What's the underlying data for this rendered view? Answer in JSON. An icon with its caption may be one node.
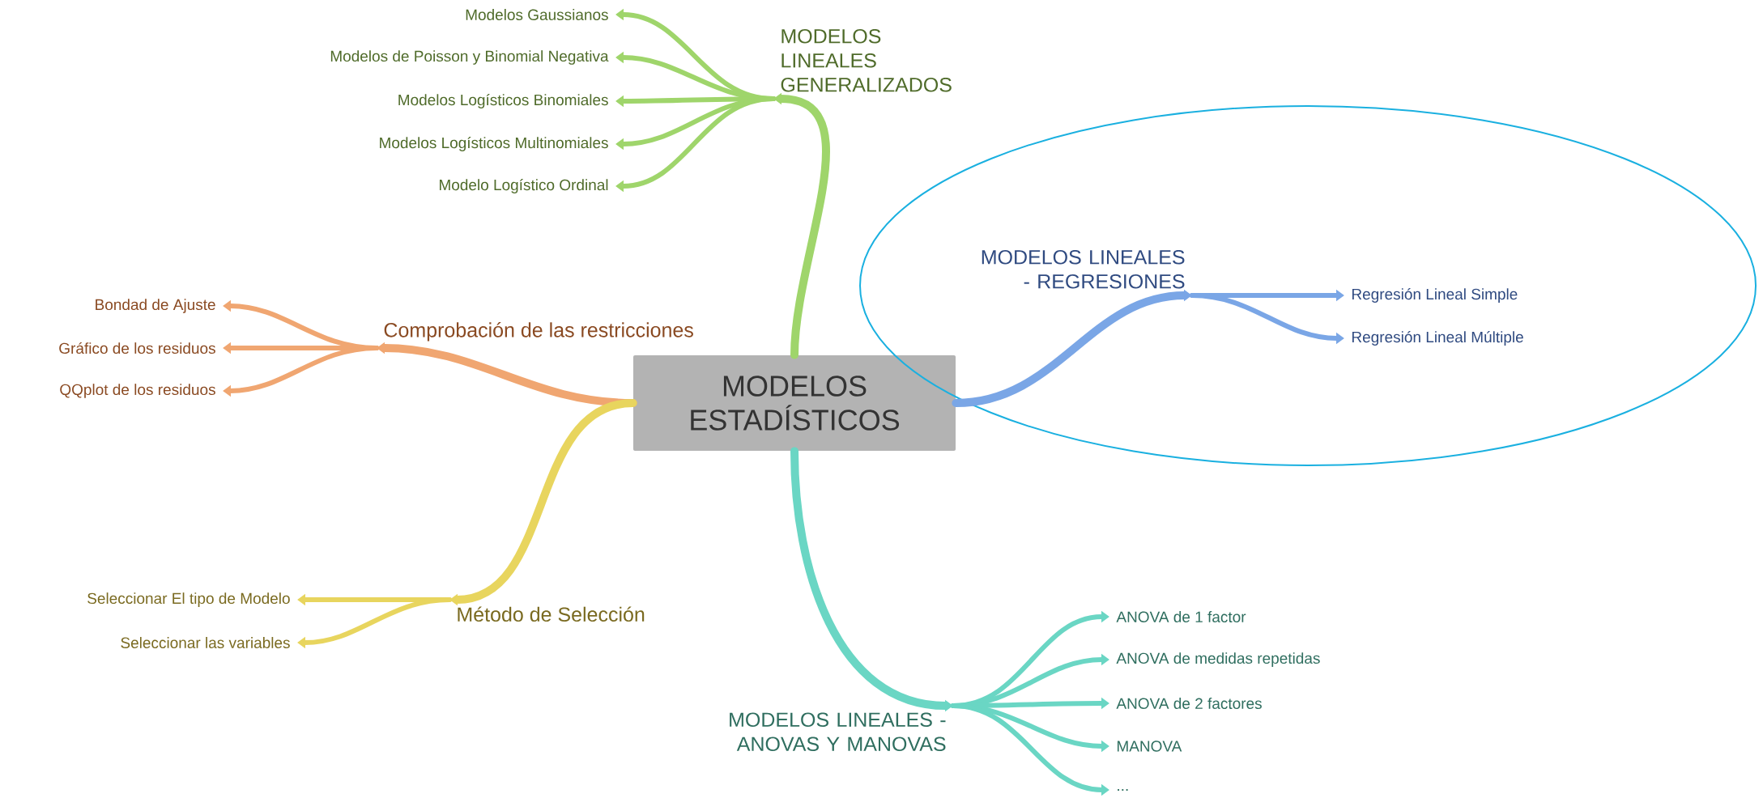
{
  "diagram": {
    "nodes": [
      {
        "text": [
          "MODELOS ESTADÍSTICOS"
        ]
      },
      {
        "text": [
          "MODELOS LINEALES GENERALIZADOS"
        ]
      },
      {
        "text": [
          "Modelos Gaussianos"
        ]
      },
      {
        "text": [
          "Modelos de Poisson y Binomial Negativa"
        ]
      },
      {
        "text": [
          "Modelos Logísticos Binomiales"
        ]
      },
      {
        "text": [
          "Modelos Logísticos Multinomiales"
        ]
      },
      {
        "text": [
          "Modelo Logístico Ordinal"
        ]
      },
      {
        "text": [],
        "shape": "ellipse"
      },
      {
        "text": [
          "MODELOS LINEALES - REGRESIONES"
        ],
        "in": 7
      },
      {
        "text": [
          "Regresión Lineal Simple"
        ],
        "in": 7
      },
      {
        "text": [
          "Regresión Lineal Múltiple"
        ],
        "in": 7
      },
      {
        "text": [
          "Comprobación de las restricciones"
        ]
      },
      {
        "text": [
          "Bondad de Ajuste"
        ]
      },
      {
        "text": [
          "Gráfico de los residuos"
        ]
      },
      {
        "text": [
          "QQplot de los residuos"
        ]
      },
      {
        "text": [
          "Método de Selección"
        ]
      },
      {
        "text": [
          "Seleccionar El tipo de Modelo"
        ]
      },
      {
        "text": [
          "Seleccionar las variables"
        ]
      },
      {
        "text": [
          "MODELOS LINEALES - ANOVAS Y MANOVAS"
        ]
      },
      {
        "text": [
          "ANOVA de 1 factor"
        ]
      },
      {
        "text": [
          "ANOVA de medidas repetidas"
        ]
      },
      {
        "text": [
          "ANOVA de 2 factores"
        ]
      },
      {
        "text": [
          "MANOVA"
        ]
      },
      {
        "text": [
          "..."
        ]
      }
    ],
    "edges": [
      {
        "from": 0,
        "to": 1,
        "arrow": "to",
        "color": "#9fd56b"
      },
      {
        "from": 1,
        "to": 2,
        "arrow": "to",
        "color": "#9fd56b"
      },
      {
        "from": 1,
        "to": 3,
        "arrow": "to",
        "color": "#9fd56b"
      },
      {
        "from": 1,
        "to": 4,
        "arrow": "to",
        "color": "#9fd56b"
      },
      {
        "from": 1,
        "to": 5,
        "arrow": "to",
        "color": "#9fd56b"
      },
      {
        "from": 1,
        "to": 6,
        "arrow": "to",
        "color": "#9fd56b"
      },
      {
        "from": 0,
        "to": 8,
        "arrow": "to",
        "color": "#7aa6e6"
      },
      {
        "from": 8,
        "to": 9,
        "arrow": "to",
        "color": "#7aa6e6"
      },
      {
        "from": 8,
        "to": 10,
        "arrow": "to",
        "color": "#7aa6e6"
      },
      {
        "from": 0,
        "to": 11,
        "arrow": "to",
        "color": "#f0a671"
      },
      {
        "from": 11,
        "to": 12,
        "arrow": "to",
        "color": "#f0a671"
      },
      {
        "from": 11,
        "to": 13,
        "arrow": "to",
        "color": "#f0a671"
      },
      {
        "from": 11,
        "to": 14,
        "arrow": "to",
        "color": "#f0a671"
      },
      {
        "from": 0,
        "to": 15,
        "arrow": "to",
        "color": "#e8d55e"
      },
      {
        "from": 15,
        "to": 16,
        "arrow": "to",
        "color": "#e8d55e"
      },
      {
        "from": 15,
        "to": 17,
        "arrow": "to",
        "color": "#e8d55e"
      },
      {
        "from": 0,
        "to": 18,
        "arrow": "to",
        "color": "#6ad6c4"
      },
      {
        "from": 18,
        "to": 19,
        "arrow": "to",
        "color": "#6ad6c4"
      },
      {
        "from": 18,
        "to": 20,
        "arrow": "to",
        "color": "#6ad6c4"
      },
      {
        "from": 18,
        "to": 21,
        "arrow": "to",
        "color": "#6ad6c4"
      },
      {
        "from": 18,
        "to": 22,
        "arrow": "to",
        "color": "#6ad6c4"
      },
      {
        "from": 18,
        "to": 23,
        "arrow": "to",
        "color": "#6ad6c4"
      }
    ]
  }
}
